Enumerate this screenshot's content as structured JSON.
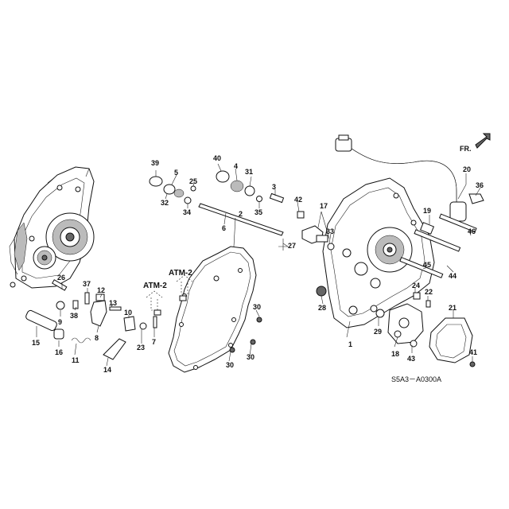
{
  "callouts": [
    {
      "id": "c1",
      "label": "1"
    },
    {
      "id": "c2",
      "label": "2"
    },
    {
      "id": "c3",
      "label": "3"
    },
    {
      "id": "c4",
      "label": "4"
    },
    {
      "id": "c5",
      "label": "5"
    },
    {
      "id": "c6",
      "label": "6"
    },
    {
      "id": "c7",
      "label": "7"
    },
    {
      "id": "c8",
      "label": "8"
    },
    {
      "id": "c9",
      "label": "9"
    },
    {
      "id": "c10",
      "label": "10"
    },
    {
      "id": "c11",
      "label": "11"
    },
    {
      "id": "c12",
      "label": "12"
    },
    {
      "id": "c13",
      "label": "13"
    },
    {
      "id": "c14",
      "label": "14"
    },
    {
      "id": "c15",
      "label": "15"
    },
    {
      "id": "c16",
      "label": "16"
    },
    {
      "id": "c17",
      "label": "17"
    },
    {
      "id": "c18",
      "label": "18"
    },
    {
      "id": "c19",
      "label": "19"
    },
    {
      "id": "c20",
      "label": "20"
    },
    {
      "id": "c21",
      "label": "21"
    },
    {
      "id": "c22",
      "label": "22"
    },
    {
      "id": "c23",
      "label": "23"
    },
    {
      "id": "c24",
      "label": "24"
    },
    {
      "id": "c25",
      "label": "25"
    },
    {
      "id": "c26",
      "label": "26"
    },
    {
      "id": "c27",
      "label": "27"
    },
    {
      "id": "c28",
      "label": "28"
    },
    {
      "id": "c29",
      "label": "29"
    },
    {
      "id": "c30a",
      "label": "30"
    },
    {
      "id": "c30b",
      "label": "30"
    },
    {
      "id": "c30c",
      "label": "30"
    },
    {
      "id": "c31",
      "label": "31"
    },
    {
      "id": "c32",
      "label": "32"
    },
    {
      "id": "c33",
      "label": "33"
    },
    {
      "id": "c34",
      "label": "34"
    },
    {
      "id": "c35",
      "label": "35"
    },
    {
      "id": "c36",
      "label": "36"
    },
    {
      "id": "c37",
      "label": "37"
    },
    {
      "id": "c38",
      "label": "38"
    },
    {
      "id": "c39",
      "label": "39"
    },
    {
      "id": "c40",
      "label": "40"
    },
    {
      "id": "c41",
      "label": "41"
    },
    {
      "id": "c42",
      "label": "42"
    },
    {
      "id": "c43",
      "label": "43"
    },
    {
      "id": "c44",
      "label": "44"
    },
    {
      "id": "c45",
      "label": "45"
    },
    {
      "id": "c46",
      "label": "46"
    }
  ],
  "atm_labels": [
    "ATM-2",
    "ATM-2"
  ],
  "direction_label": "FR.",
  "reference_code": "S5A3－A0300A"
}
